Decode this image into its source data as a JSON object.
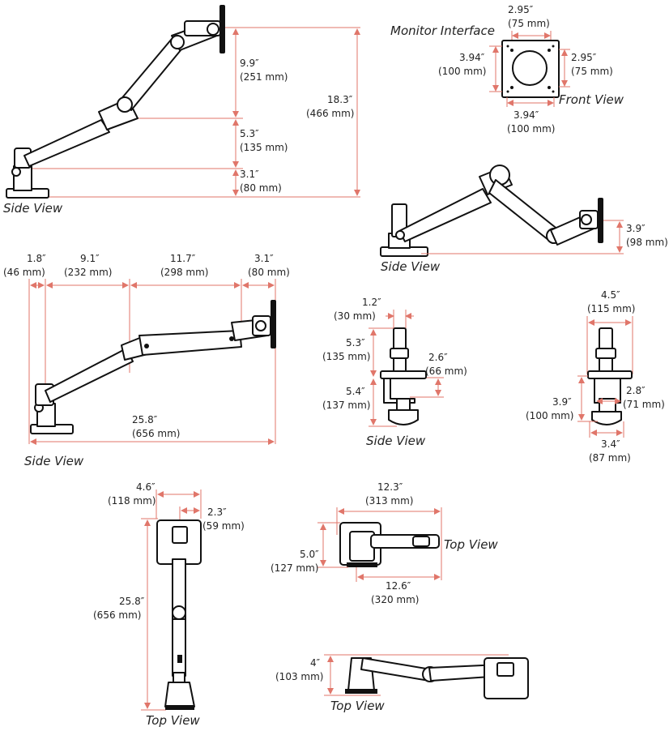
{
  "views": {
    "side_view_1": {
      "caption": "Side View",
      "dims": [
        [
          "9.9″",
          "(251 mm)"
        ],
        [
          "5.3″",
          "(135 mm)"
        ],
        [
          "3.1″",
          "(80 mm)"
        ],
        [
          "18.3″",
          "(466 mm)"
        ]
      ]
    },
    "monitor_interface": {
      "title": "Monitor Interface",
      "caption": "Front View",
      "dims": [
        [
          "2.95″",
          "(75 mm)"
        ],
        [
          "3.94″",
          "(100 mm)"
        ],
        [
          "2.95″",
          "(75 mm)"
        ],
        [
          "3.94″",
          "(100 mm)"
        ]
      ]
    },
    "side_view_2": {
      "caption": "Side View",
      "dims": [
        [
          "3.9″",
          "(98 mm)"
        ]
      ]
    },
    "side_view_3": {
      "caption": "Side View",
      "dims": [
        [
          "1.8″",
          "(46 mm)"
        ],
        [
          "9.1″",
          "(232 mm)"
        ],
        [
          "11.7″",
          "(298 mm)"
        ],
        [
          "3.1″",
          "(80 mm)"
        ],
        [
          "25.8″",
          "(656 mm)"
        ]
      ]
    },
    "clamp_side": {
      "caption": "Side View",
      "dims": [
        [
          "1.2″",
          "(30 mm)"
        ],
        [
          "5.3″",
          "(135 mm)"
        ],
        [
          "2.6″",
          "(66 mm)"
        ],
        [
          "5.4″",
          "(137 mm)"
        ]
      ]
    },
    "clamp_front": {
      "dims": [
        [
          "4.5″",
          "(115 mm)"
        ],
        [
          "3.9″",
          "(100 mm)"
        ],
        [
          "2.8″",
          "(71 mm)"
        ],
        [
          "3.4″",
          "(87 mm)"
        ]
      ]
    },
    "top_view_1": {
      "caption": "Top View",
      "dims": [
        [
          "4.6″",
          "(118 mm)"
        ],
        [
          "2.3″",
          "(59 mm)"
        ],
        [
          "25.8″",
          "(656 mm)"
        ]
      ]
    },
    "top_view_2": {
      "caption": "Top View",
      "dims": [
        [
          "12.3″",
          "(313 mm)"
        ],
        [
          "5.0″",
          "(127 mm)"
        ],
        [
          "12.6″",
          "(320 mm)"
        ]
      ]
    },
    "top_view_3": {
      "caption": "Top View",
      "dims": [
        [
          "4″",
          "(103 mm)"
        ]
      ]
    }
  },
  "colors": {
    "dimension_line": "#e0766a",
    "outline": "#111111",
    "text": "#222222"
  }
}
